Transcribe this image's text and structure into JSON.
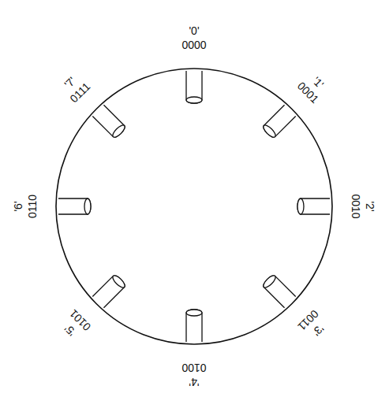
{
  "diagram": {
    "labels": [
      "'0'",
      "0000",
      "'1'",
      "0001",
      "'2'",
      "0010",
      "'3'",
      "0011",
      "'4'",
      "0100",
      "'5'",
      "0101",
      "'6'",
      "0110",
      "'7'",
      "0111"
    ]
  }
}
